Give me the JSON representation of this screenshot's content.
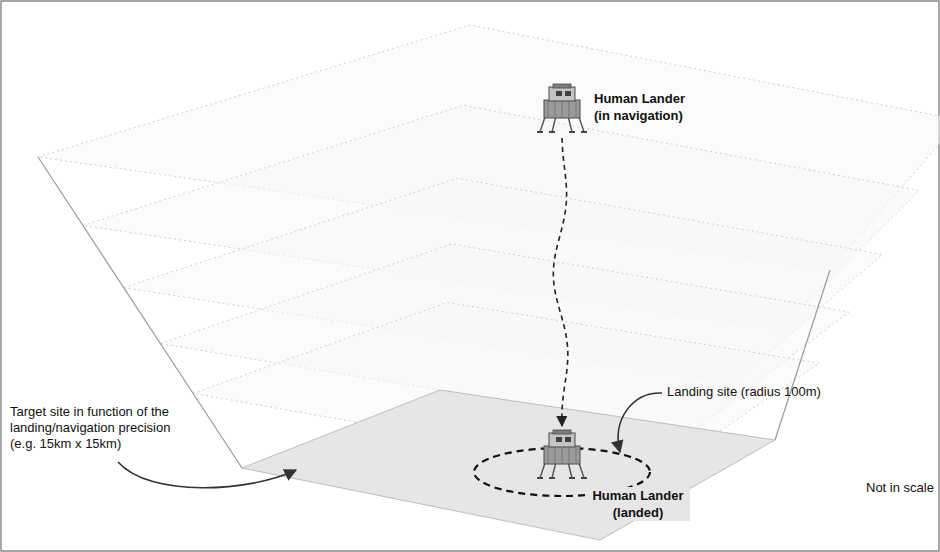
{
  "diagram": {
    "nodes": [
      {
        "text": [
          "Human Lander (in navigation)"
        ]
      },
      {
        "text": [
          "Human Lander (landed)"
        ]
      }
    ],
    "edges": [
      {
        "from": 0,
        "to": 1,
        "arrow": "to"
      }
    ],
    "labels": [
      "Landing site (radius 100m)",
      "Target site in function of the landing/navigation precision (e.g. 15km x 15km)",
      "Not in scale"
    ]
  }
}
